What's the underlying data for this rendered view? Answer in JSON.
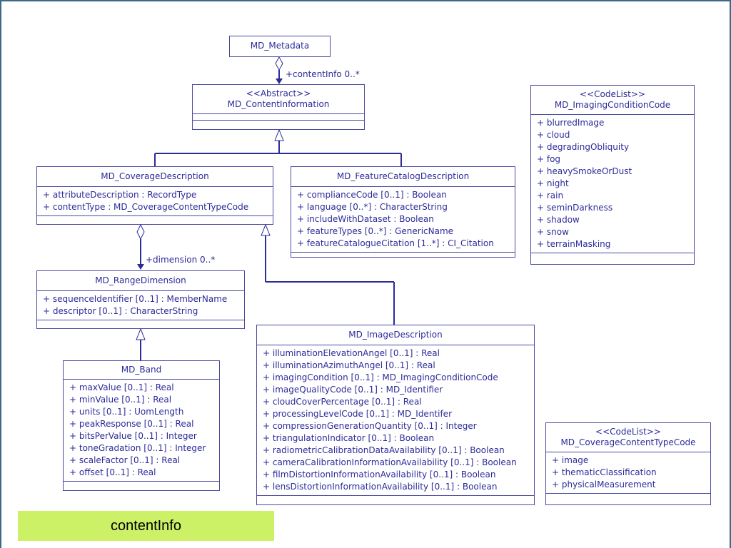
{
  "classes": {
    "md_metadata": {
      "name": "MD_Metadata"
    },
    "md_contentinformation": {
      "stereotype": "<<Abstract>>",
      "name": "MD_ContentInformation"
    },
    "md_coveragedescription": {
      "name": "MD_CoverageDescription",
      "attributes": [
        "+ attributeDescription : RecordType",
        "+ contentType : MD_CoverageContentTypeCode"
      ]
    },
    "md_featurecatalogdescription": {
      "name": "MD_FeatureCatalogDescription",
      "attributes": [
        "+ complianceCode [0..1] : Boolean",
        "+ language [0..*] : CharacterString",
        "+ includeWithDataset : Boolean",
        "+ featureTypes [0..*] : GenericName",
        "+ featureCatalogueCitation  [1..*] : CI_Citation"
      ]
    },
    "md_rangedimension": {
      "name": "MD_RangeDimension",
      "attributes": [
        "+ sequenceIdentifier [0..1] : MemberName",
        "+ descriptor [0..1] : CharacterString"
      ]
    },
    "md_band": {
      "name": "MD_Band",
      "attributes": [
        "+ maxValue [0..1] : Real",
        "+ minValue [0..1] : Real",
        "+ units [0..1] : UomLength",
        "+ peakResponse [0..1] : Real",
        "+ bitsPerValue [0..1] : Integer",
        "+ toneGradation [0..1] : Integer",
        "+ scaleFactor [0..1] : Real",
        "+ offset [0..1] : Real"
      ]
    },
    "md_imagedescription": {
      "name": "MD_ImageDescription",
      "attributes": [
        "+ illuminationElevationAngel [0..1] : Real",
        "+ illuminationAzimuthAngel [0..1] : Real",
        "+ imagingCondition [0..1] : MD_ImagingConditionCode",
        "+ imageQualityCode [0..1] : MD_Identifier",
        "+ cloudCoverPercentage [0..1] : Real",
        "+ processingLevelCode [0..1] : MD_Identifer",
        "+ compressionGenerationQuantity [0..1] : Integer",
        "+ triangulationIndicator [0..1] : Boolean",
        "+ radiometricCalibrationDataAvailability [0..1] : Boolean",
        "+ cameraCalibrationInformationAvailability [0..1] : Boolean",
        "+ filmDistortionInformationAvailability [0..1] : Boolean",
        "+ lensDistortionInformationAvailability [0..1] : Boolean"
      ]
    },
    "md_imagingconditioncode": {
      "stereotype": "<<CodeList>>",
      "name": "MD_ImagingConditionCode",
      "attributes": [
        "+ blurredImage",
        "+ cloud",
        "+ degradingObliquity",
        "+ fog",
        "+ heavySmokeOrDust",
        "+ night",
        "+ rain",
        "+ seminDarkness",
        "+ shadow",
        "+ snow",
        "+ terrainMasking"
      ]
    },
    "md_coveragecontenttypecode": {
      "stereotype": "<<CodeList>>",
      "name": "MD_CoverageContentTypeCode",
      "attributes": [
        "+ image",
        "+ thematicClassification",
        "+ physicalMeasurement"
      ]
    }
  },
  "associations": {
    "contentinfo_role": "+contentInfo 0..*",
    "dimension_role": "+dimension 0..*"
  },
  "caption": "contentInfo",
  "colors": {
    "line": "#2b2b9a",
    "box_border": "#4a4aa0",
    "caption_bg": "#ccf066"
  }
}
